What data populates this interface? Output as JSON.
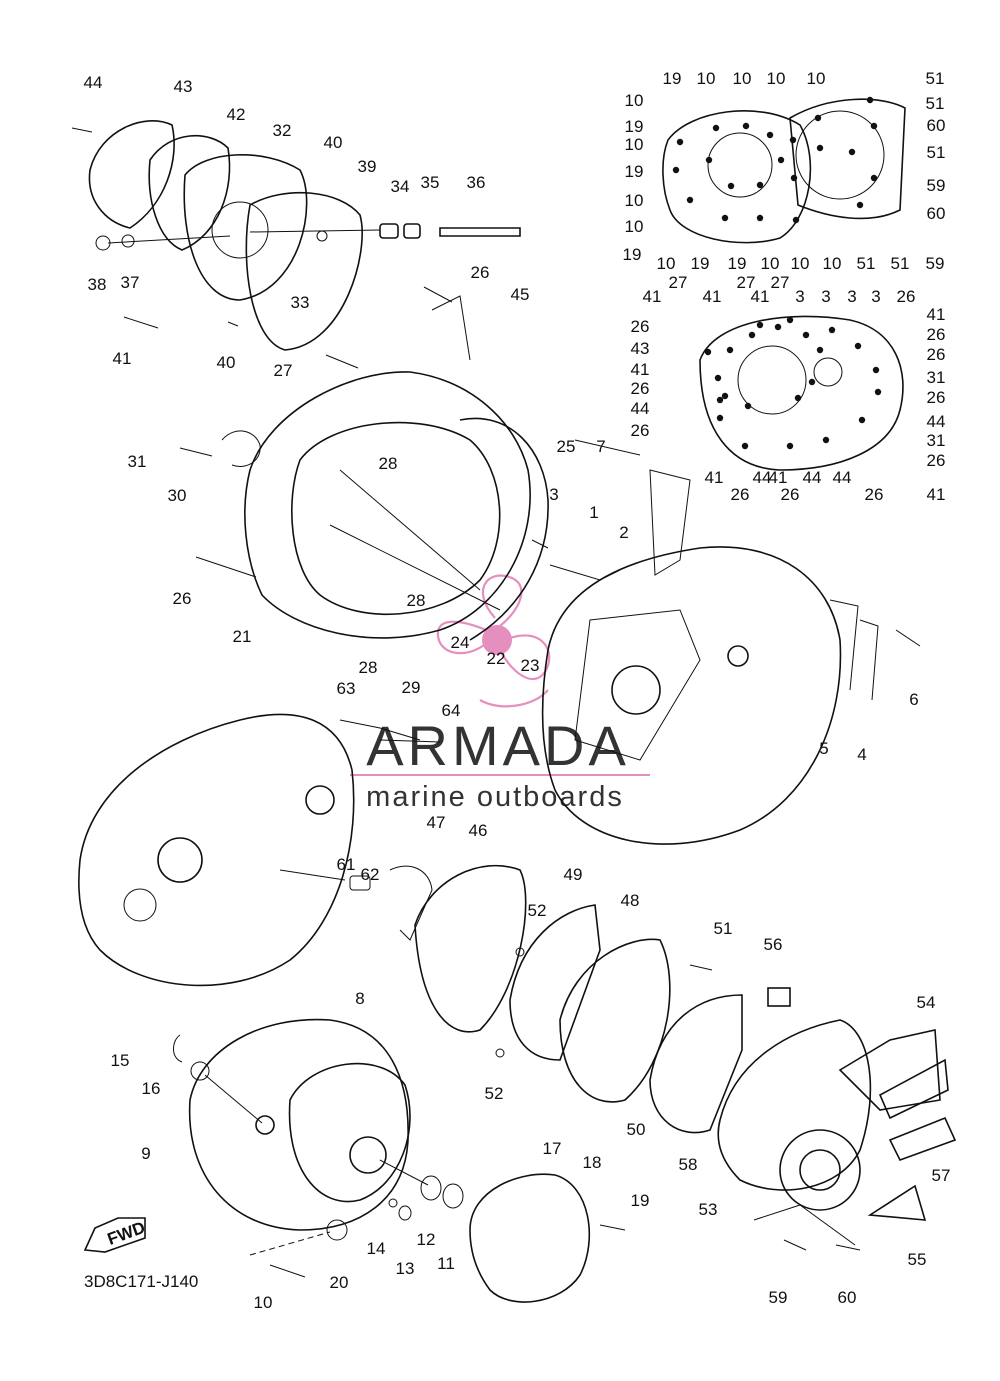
{
  "diagram": {
    "code": "3D8C171-J140",
    "fwd_label": "FWD"
  },
  "watermark": {
    "brand": "ARMADA",
    "tagline": "marine outboards",
    "color": "#e58fbf"
  },
  "callouts": [
    "44",
    "43",
    "42",
    "32",
    "40",
    "39",
    "34",
    "35",
    "36",
    "38",
    "37",
    "33",
    "41",
    "40",
    "27",
    "26",
    "45",
    "31",
    "30",
    "28",
    "25",
    "7",
    "3",
    "1",
    "2",
    "26",
    "28",
    "24",
    "22",
    "23",
    "21",
    "28",
    "29",
    "63",
    "64",
    "6",
    "5",
    "4",
    "47",
    "46",
    "61",
    "62",
    "49",
    "52",
    "48",
    "51",
    "56",
    "54",
    "8",
    "15",
    "16",
    "52",
    "9",
    "50",
    "58",
    "57",
    "17",
    "18",
    "19",
    "53",
    "55",
    "14",
    "13",
    "12",
    "11",
    "20",
    "10",
    "59",
    "60"
  ],
  "inset_top_labels": [
    "19",
    "10",
    "10",
    "10",
    "10",
    "51",
    "10",
    "51",
    "19",
    "60",
    "10",
    "51",
    "19",
    "59",
    "10",
    "60",
    "10",
    "19",
    "10",
    "19",
    "19",
    "10",
    "10",
    "10",
    "51",
    "51",
    "59"
  ],
  "inset_bottom_labels": [
    "41",
    "27",
    "41",
    "27",
    "41",
    "27",
    "3",
    "3",
    "3",
    "3",
    "26",
    "41",
    "26",
    "26",
    "43",
    "26",
    "41",
    "31",
    "26",
    "26",
    "44",
    "44",
    "26",
    "31",
    "26",
    "41",
    "44",
    "26",
    "41",
    "44",
    "26",
    "44",
    "41",
    "26"
  ]
}
